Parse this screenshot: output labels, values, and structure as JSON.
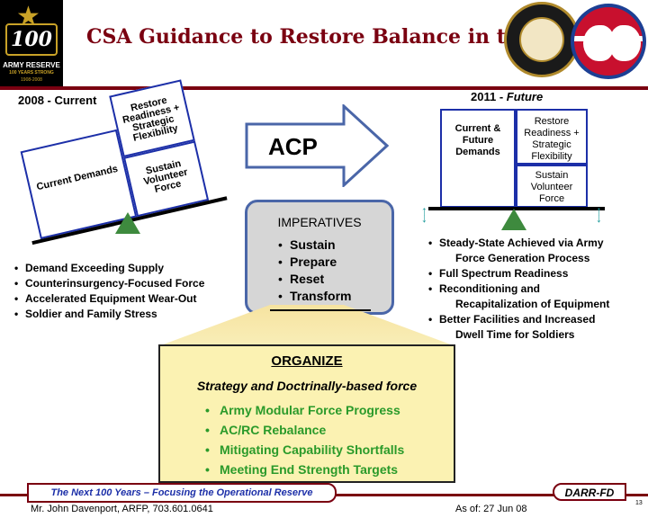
{
  "header": {
    "title": "CSA Guidance to Restore Balance in the Force",
    "logo_left": {
      "number": "100",
      "line1": "ARMY RESERVE",
      "line2": "100 YEARS STRONG",
      "line3": "1908-2008"
    },
    "seal_icon": "dept-of-army-seal",
    "eagle_icon": "army-reserve-eagle-patch"
  },
  "left_panel": {
    "label": "2008 - Current",
    "box_current": "Current Demands",
    "box_readiness": "Restore Readiness + Strategic Flexibility",
    "box_sustain": "Sustain Volunteer Force",
    "bullets": [
      "Demand Exceeding Supply",
      "Counterinsurgency-Focused Force",
      "Accelerated Equipment Wear-Out",
      "Soldier and Family Stress"
    ]
  },
  "center": {
    "arrow_label": "ACP",
    "imperatives_title": "IMPERATIVES",
    "imperatives": [
      "Sustain",
      "Prepare",
      "Reset",
      "Transform"
    ]
  },
  "right_panel": {
    "label_year": "2011 -",
    "label_word": "Future",
    "box_current": "Current & Future Demands",
    "box_readiness": "Restore Readiness + Strategic Flexibility",
    "box_sustain": "Sustain Volunteer Force",
    "bullets": [
      {
        "line1": "Steady-State Achieved via Army",
        "line2": "Force Generation Process"
      },
      {
        "line1": "Full Spectrum Readiness",
        "line2": ""
      },
      {
        "line1": "Reconditioning and",
        "line2": "Recapitalization of Equipment"
      },
      {
        "line1": "Better Facilities and Increased",
        "line2": "Dwell Time for Soldiers"
      }
    ]
  },
  "organize": {
    "title": "ORGANIZE",
    "subtitle": "Strategy and Doctrinally-based force",
    "items": [
      "Army Modular Force Progress",
      "AC/RC Rebalance",
      "Mitigating Capability Shortfalls",
      "Meeting End Strength Targets"
    ]
  },
  "footer": {
    "tagline": "The Next 100 Years – Focusing the Operational Reserve",
    "code": "DARR-FD",
    "contact": "Mr. John Davenport, ARFP, 703.601.0641",
    "date": "As of: 27 Jun  08",
    "page": "13"
  },
  "colors": {
    "title_maroon": "#7a0010",
    "box_border_blue": "#1c2fa8",
    "fulcrum_green": "#3e8a3e",
    "organize_fill": "#fbf2b2",
    "organize_green_text": "#2a9a2a",
    "imperatives_fill": "#d6d6d6"
  }
}
